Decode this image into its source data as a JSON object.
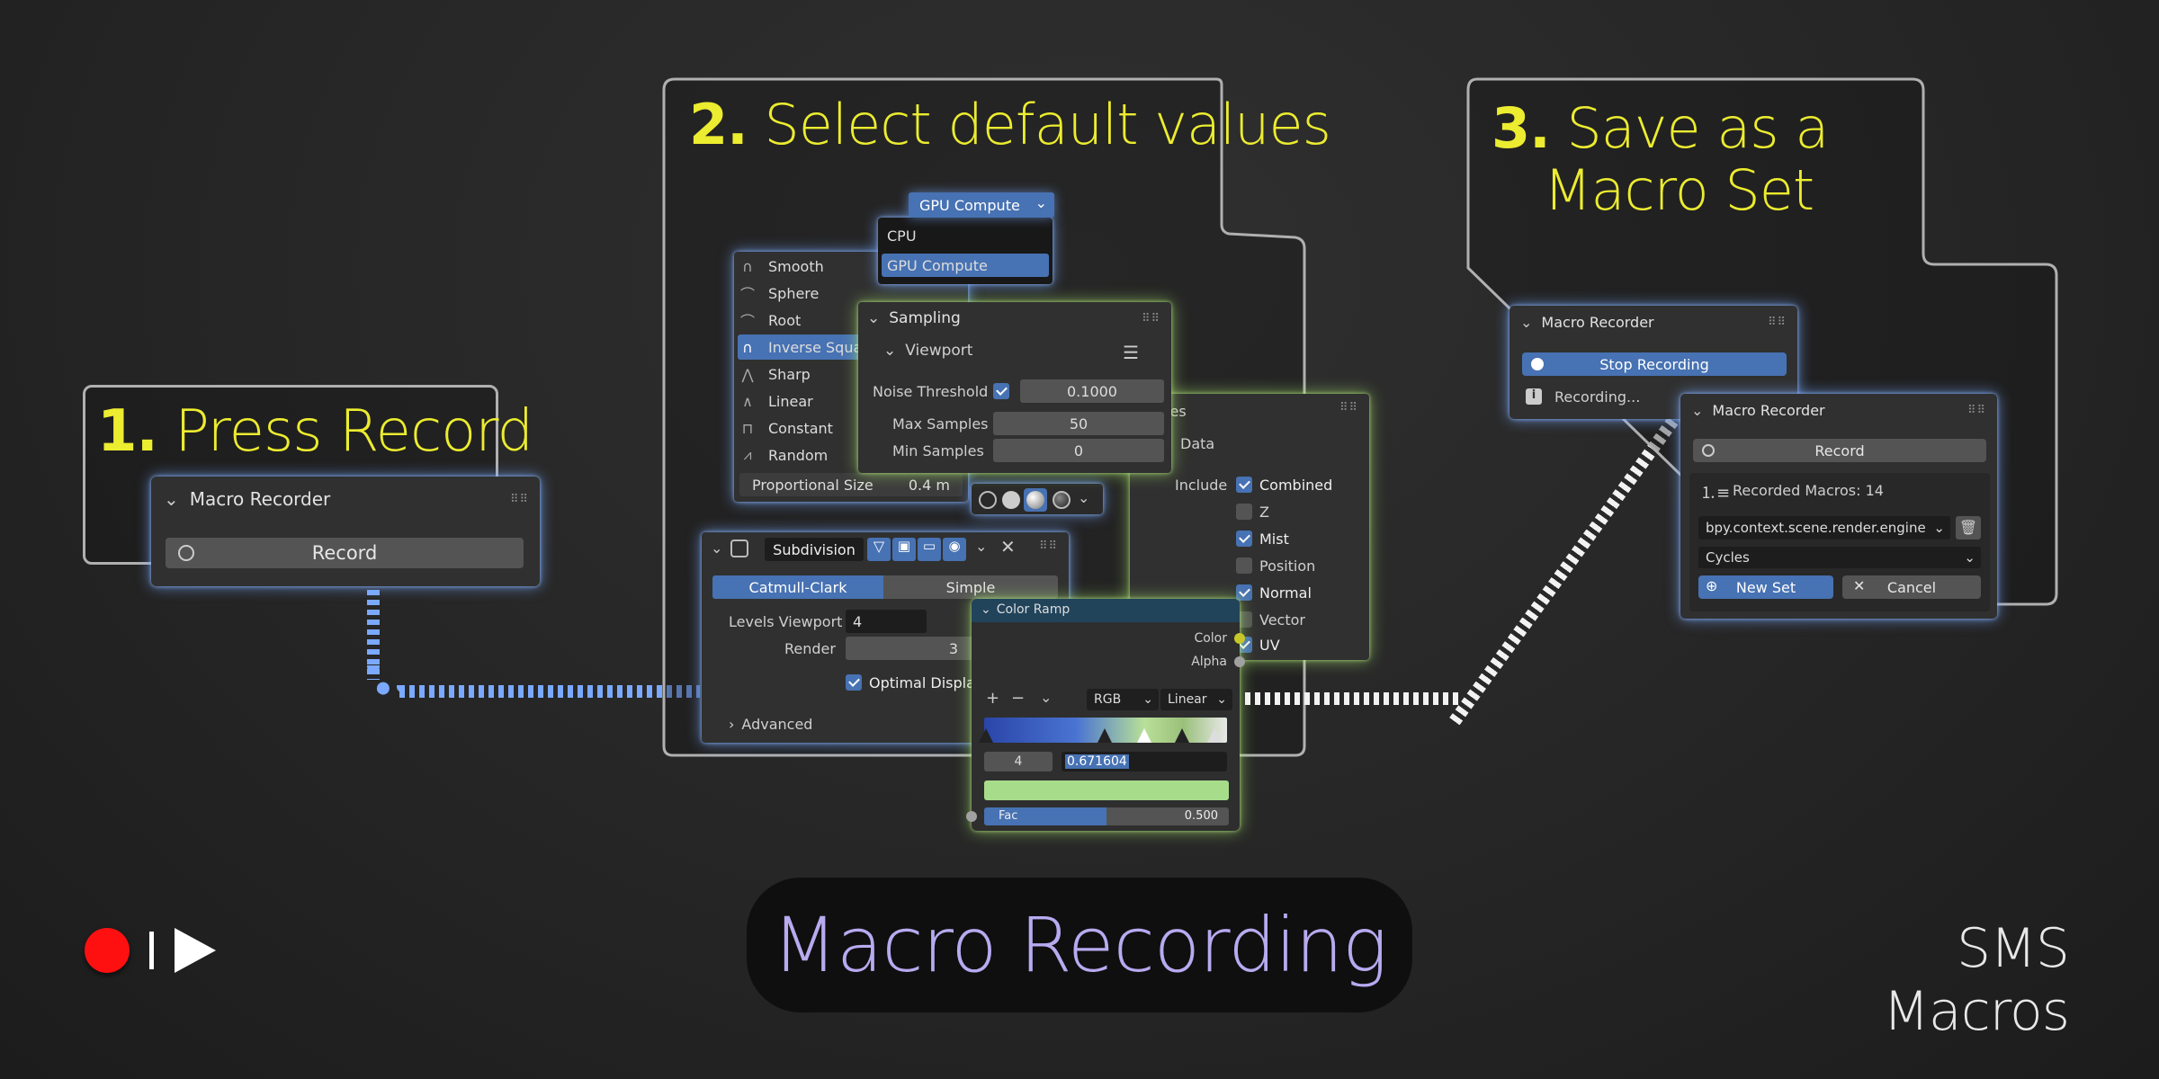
{
  "colors": {
    "accent": "#4772b3",
    "step_yellow": "#ecec30",
    "title_purple": "#b8aaf0",
    "blue_glow": "#7aa9ff",
    "green_glow": "#a6e070"
  },
  "step1": {
    "num": "1.",
    "text": "Press Record"
  },
  "step2": {
    "num": "2.",
    "text": "Select default values"
  },
  "step3": {
    "num": "3.",
    "line1": "Save as a",
    "line2": "Macro Set"
  },
  "recorder1": {
    "title": "Macro Recorder",
    "record_label": "Record"
  },
  "gpu": {
    "selected": "GPU Compute",
    "options": [
      "CPU",
      "GPU Compute"
    ]
  },
  "falloff": {
    "items": [
      "Smooth",
      "Sphere",
      "Root",
      "Inverse Square",
      "Sharp",
      "Linear",
      "Constant",
      "Random"
    ],
    "selected": "Inverse Square",
    "prop_label": "Proportional Size",
    "prop_value": "0.4 m"
  },
  "sampling": {
    "title": "Sampling",
    "sub": "Viewport",
    "noise_label": "Noise Threshold",
    "noise_value": "0.1000",
    "max_label": "Max Samples",
    "max_value": "50",
    "min_label": "Min Samples",
    "min_value": "0"
  },
  "passes": {
    "title": "asses",
    "data": "Data",
    "include": "Include",
    "items": [
      {
        "label": "Combined",
        "on": true
      },
      {
        "label": "Z",
        "on": false
      },
      {
        "label": "Mist",
        "on": true
      },
      {
        "label": "Position",
        "on": false
      },
      {
        "label": "Normal",
        "on": true
      },
      {
        "label": "Vector",
        "on": false
      },
      {
        "label": "UV",
        "on": true
      }
    ]
  },
  "subdiv": {
    "name": "Subdivision",
    "mode_a": "Catmull-Clark",
    "mode_b": "Simple",
    "levels_label": "Levels Viewport",
    "levels_value": "4",
    "render_label": "Render",
    "render_value": "3",
    "optimal": "Optimal Display",
    "advanced": "Advanced"
  },
  "ramp": {
    "title": "Color Ramp",
    "color": "Color",
    "alpha": "Alpha",
    "mode": "RGB",
    "interp": "Linear",
    "index": "4",
    "pos": "0.671604",
    "fac_label": "Fac",
    "fac_value": "0.500",
    "fac_fraction": 0.5
  },
  "recorder2": {
    "title": "Macro Recorder",
    "stop_label": "Stop Recording",
    "status": "Recording..."
  },
  "recorder3": {
    "title": "Macro Recorder",
    "record_label": "Record",
    "count_label": "Recorded Macros: 14",
    "command": "bpy.context.scene.render.engine",
    "value": "Cycles",
    "new_set": "New Set",
    "cancel": "Cancel"
  },
  "footer": {
    "title": "Macro Recording",
    "brand": "SMS Macros"
  }
}
